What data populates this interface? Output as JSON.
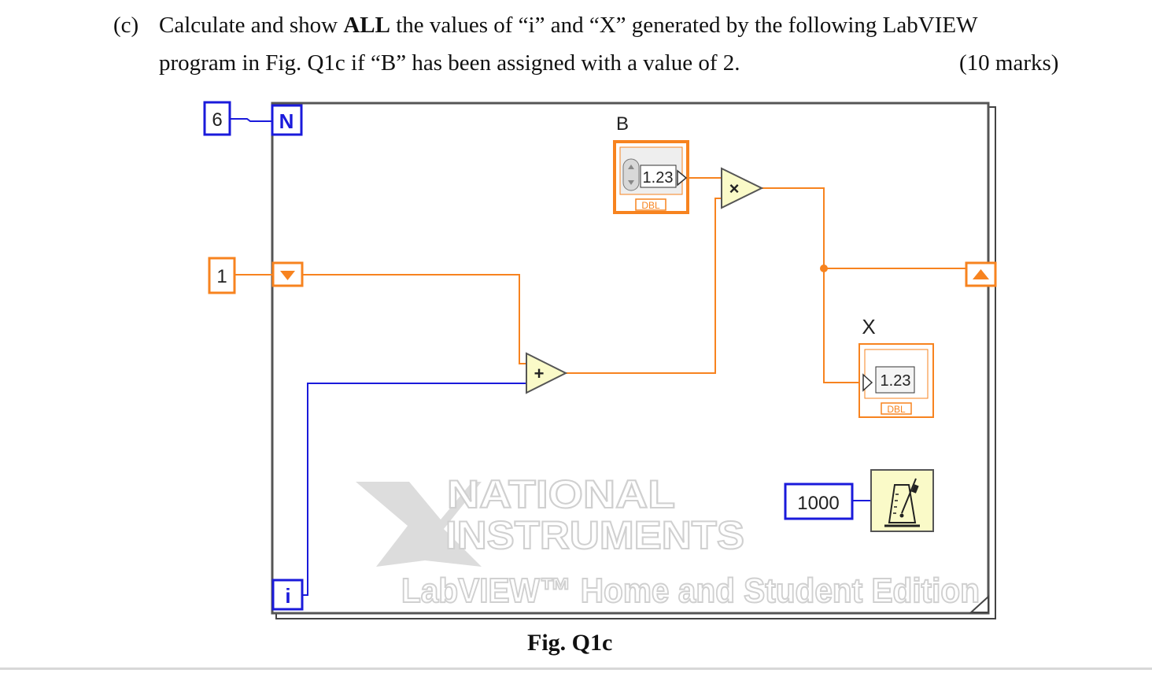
{
  "question": {
    "label": "(c)",
    "line1_prefix": "Calculate and show ",
    "line1_bold": "ALL",
    "line1_suffix": " the values of “i” and “X” generated by the following LabVIEW",
    "line2": "program in Fig. Q1c if “B” has been assigned with a value of 2.",
    "marks": "(10 marks)"
  },
  "diagram": {
    "count_constant": "6",
    "count_terminal": "N",
    "initial_constant": "1",
    "iteration_terminal": "i",
    "control_name": "B",
    "control_value": "1.23",
    "control_type": "DBL",
    "indicator_name": "X",
    "indicator_value": "1.23",
    "indicator_type": "DBL",
    "multiply_symbol": "×",
    "add_symbol": "+",
    "wait_constant": "1000",
    "wire_colors": {
      "integer": "#1a1adb",
      "double": "#f7831f"
    },
    "watermark": {
      "line1": "NATIONAL",
      "line2": "INSTRUMENTS",
      "line3": "LabVIEW™ Home and Student Edition"
    }
  },
  "caption": "Fig. Q1c"
}
